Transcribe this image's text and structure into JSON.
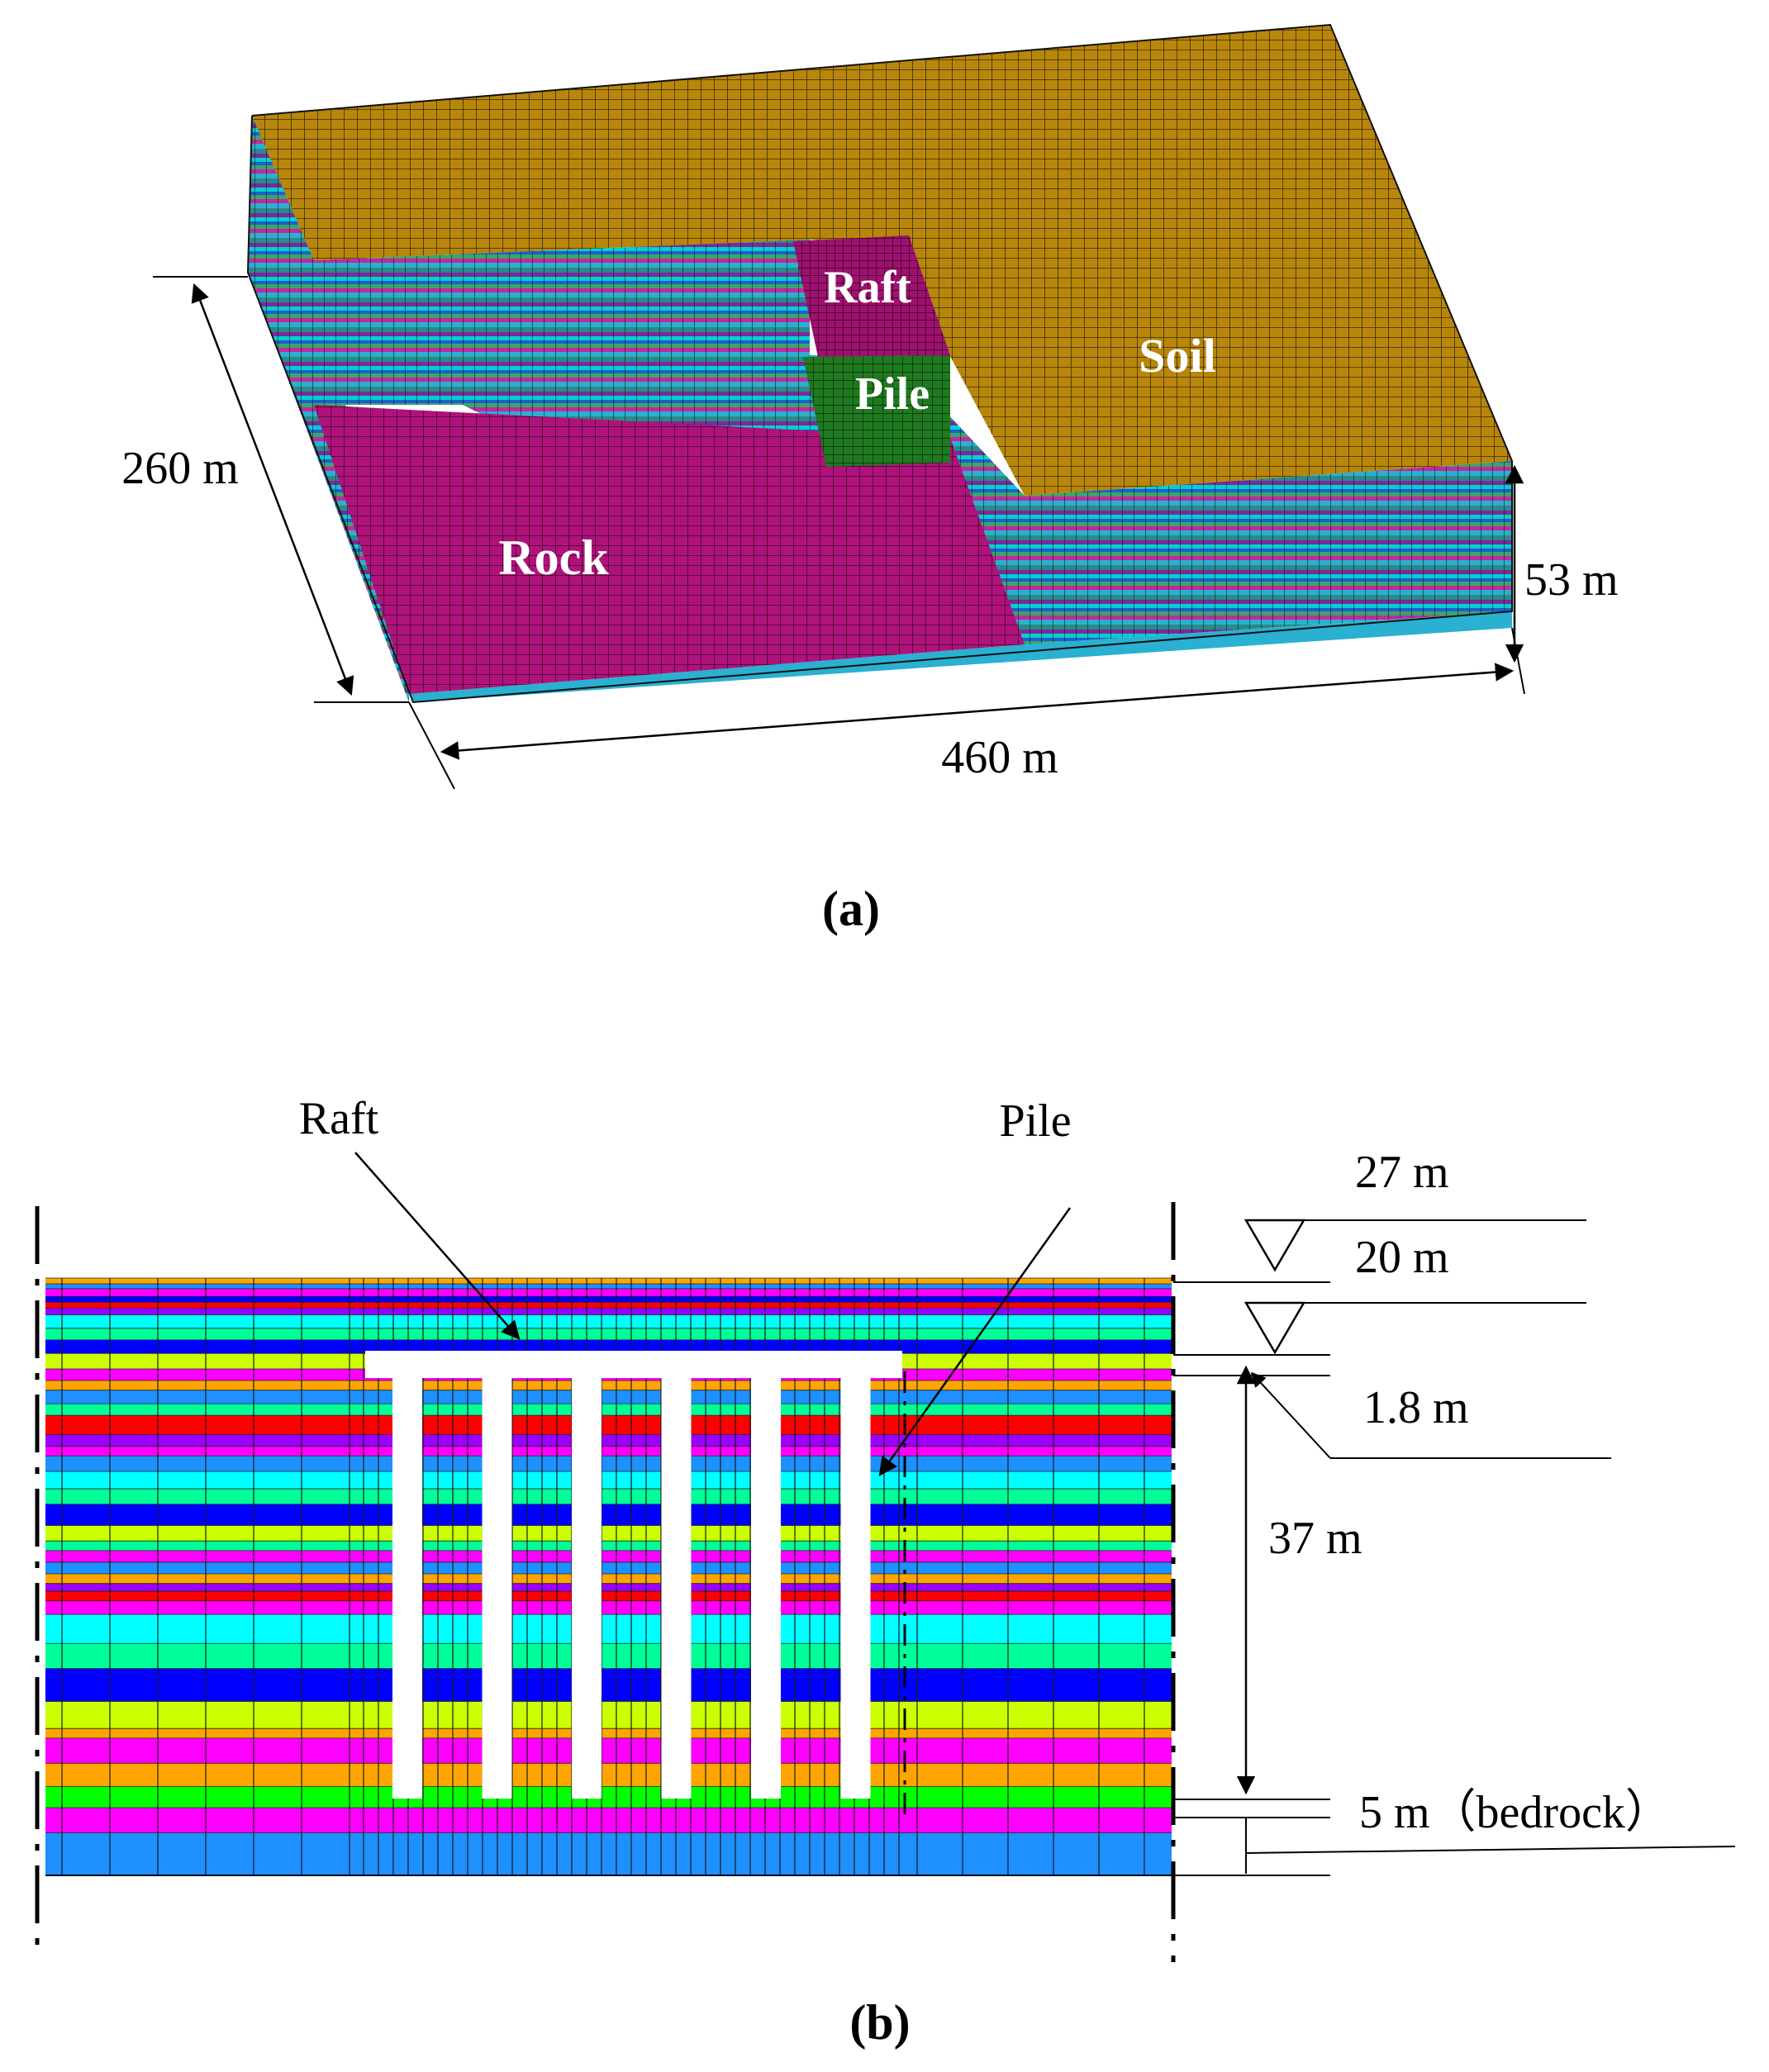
{
  "panel_a": {
    "caption": "(a)",
    "labels": {
      "raft": "Raft",
      "pile": "Pile",
      "soil": "Soil",
      "rock": "Rock"
    },
    "dimensions": {
      "width": "260 m",
      "length": "460 m",
      "depth": "53 m"
    }
  },
  "panel_b": {
    "caption": "(b)",
    "labels": {
      "raft": "Raft",
      "pile": "Pile"
    },
    "dimensions": {
      "level_1": "27 m",
      "level_2": "20 m",
      "raft_thickness": "1.8 m",
      "pile_length": "37 m",
      "bedrock": "5 m（bedrock）"
    },
    "pile_count": 6
  },
  "colors": {
    "soil": "#b8860b",
    "rock": "#b0127c",
    "pile_green": "#1f7a1f",
    "layer_cyan": "#00ffff",
    "layer_blue": "#0000ff",
    "layer_red": "#ff0000",
    "layer_magenta": "#ff00ff",
    "layer_yellowgreen": "#ccff00",
    "layer_orange": "#ffa500",
    "layer_green": "#00ff00",
    "layer_lightblue": "#1e90ff",
    "layer_spring": "#00ff99",
    "layer_purple": "#9900ff"
  }
}
